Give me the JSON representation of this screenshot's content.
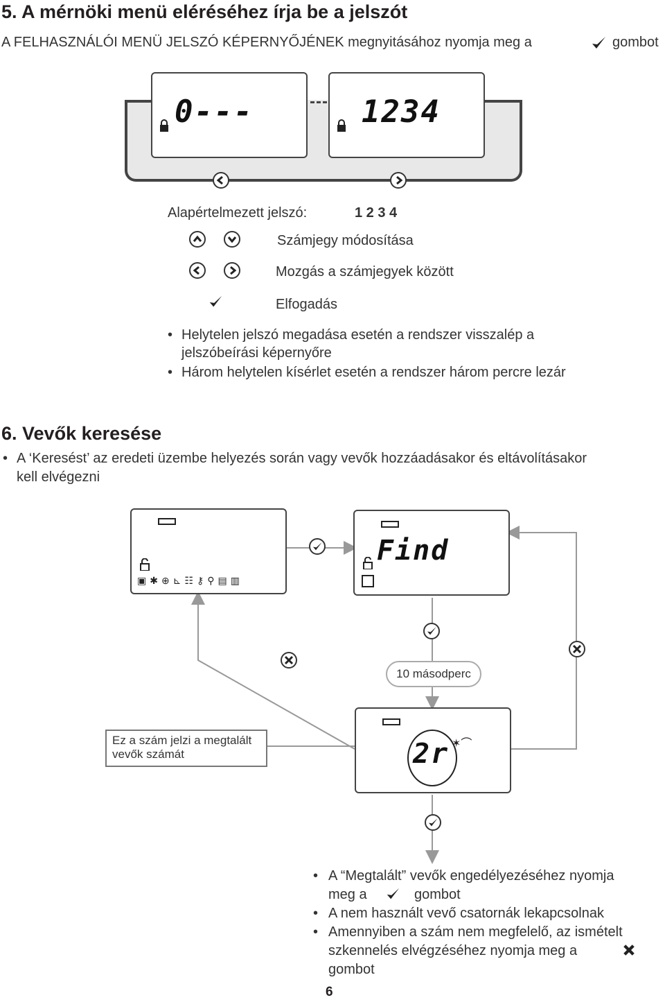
{
  "section5": {
    "title": "5. A mérnöki menü eléréséhez írja be a jelszót",
    "intro": "A FELHASZNÁLÓI MENÜ JELSZÓ KÉPERNYŐJÉNEK megnyitásához nyomja meg a",
    "intro_end": "gombot",
    "display_left": "0---",
    "display_right": "1234",
    "default_label": "Alapértelmezett jelszó:",
    "default_value": "1 2 3 4",
    "legend_updown": "Számjegy módosítása",
    "legend_leftright": "Mozgás a számjegyek között",
    "legend_accept": "Elfogadás",
    "bullets": [
      "Helytelen jelszó megadása esetén a rendszer visszalép a",
      "jelszóbeírási képernyőre",
      "Három helytelen kísérlet esetén a rendszer három percre lezár"
    ]
  },
  "section6": {
    "title": "6. Vevők keresése",
    "bullet_line1": "A ‘Keresést’ az eredeti üzembe helyezés során vagy vevők hozzáadásakor és eltávolításakor",
    "bullet_line2": "kell elvégezni",
    "display_find": "Find",
    "timer_label": "10 másodperc",
    "display_count": "2r",
    "note_line1": "Ez a szám jelzi a megtalált",
    "note_line2": "vevők számát",
    "final_bullets": {
      "b1_line1": "A “Megtalált” vevők engedélyezéséhez nyomja",
      "b1_line2a": "meg a",
      "b1_line2b": "gombot",
      "b2": "A nem használt vevő csatornák lekapcsolnak",
      "b3_line1": "Amennyiben a szám nem megfelelő, az ismételt",
      "b3_line2": "szkennelés elvégzéséhez nyomja meg a",
      "b3_line3": "gombot"
    }
  },
  "page_number": "6"
}
